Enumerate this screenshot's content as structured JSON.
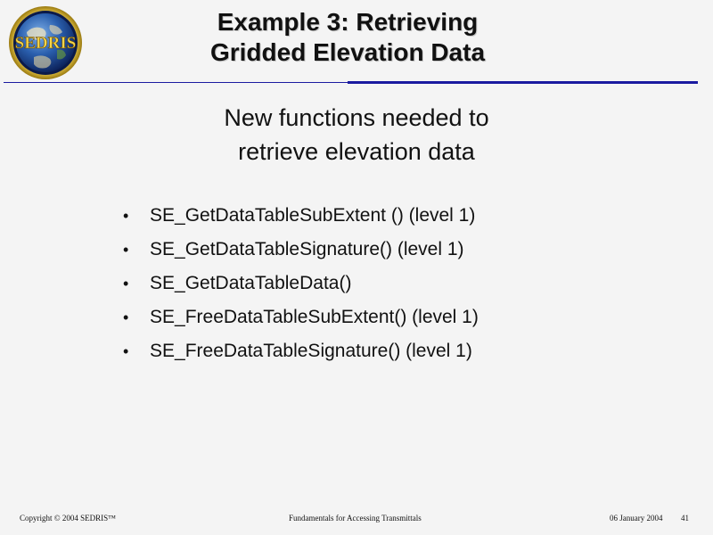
{
  "slide": {
    "title_line1": "Example 3: Retrieving",
    "title_line2": "Gridded Elevation Data",
    "subtitle_line1": "New functions needed to",
    "subtitle_line2": "retrieve elevation data",
    "bullets": [
      "SE_GetDataTableSubExtent () (level 1)",
      "SE_GetDataTableSignature()  (level 1)",
      "SE_GetDataTableData()",
      "SE_FreeDataTableSubExtent() (level 1)",
      "SE_FreeDataTableSignature()  (level 1)"
    ]
  },
  "logo": {
    "text": "SEDRIS",
    "icon": "sedris-globe-logo"
  },
  "footer": {
    "copyright": "Copyright © 2004 SEDRIS™",
    "center": "Fundamentals for Accessing Transmittals",
    "date": "06 January 2004",
    "page": "41"
  },
  "colors": {
    "rule": "#1a1aa0",
    "background": "#f4f4f4",
    "logo_ring": "#d8b21c"
  }
}
